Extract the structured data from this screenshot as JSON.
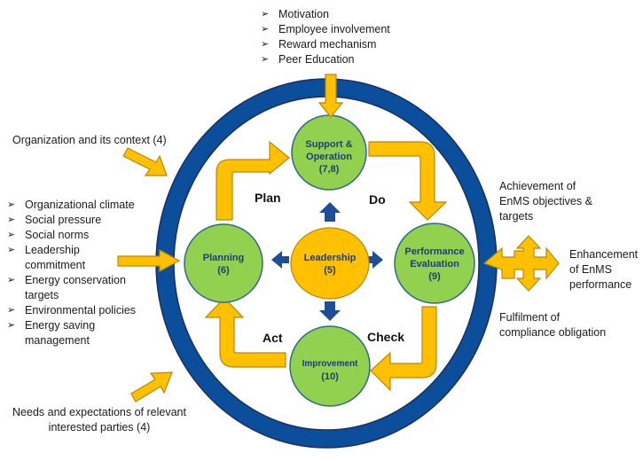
{
  "nodes": {
    "support": {
      "line1": "Support &",
      "line2": "Operation",
      "line3": "(7,8)"
    },
    "performance": {
      "line1": "Performance",
      "line2": "Evaluation",
      "line3": "(9)"
    },
    "improvement": {
      "line1": "Improvement",
      "line2": "(10)"
    },
    "planning": {
      "line1": "Planning",
      "line2": "(6)"
    },
    "leadership": {
      "line1": "Leadership",
      "line2": "(5)"
    }
  },
  "phases": {
    "plan": "Plan",
    "do": "Do",
    "check": "Check",
    "act": "Act"
  },
  "top_inputs": [
    "Motivation",
    "Employee involvement",
    "Reward mechanism",
    "Peer Education"
  ],
  "left_inputs": [
    "Organizational climate",
    "Social pressure",
    "Social norms",
    "Leadership commitment",
    "Energy conservation targets",
    "Environmental policies",
    "Energy saving management"
  ],
  "context_label": "Organization and its context (4)",
  "parties_label": {
    "line1": "Needs and expectations of relevant",
    "line2": "interested parties (4)"
  },
  "outputs": {
    "achievement": {
      "line1": "Achievement of",
      "line2": "EnMS objectives &",
      "line3": "targets"
    },
    "enhancement": {
      "line1": "Enhancement",
      "line2": "of EnMS",
      "line3": "performance"
    },
    "fulfilment": {
      "line1": "Fulfilment of",
      "line2": "compliance obligation"
    }
  },
  "colors": {
    "ring": "#0b4f9c",
    "ring_edge": "#1a2f5a",
    "node_green": "#92d050",
    "node_gold": "#ffc000",
    "arrow_gold": "#ffc000",
    "arrow_edge": "#b8860b",
    "small_arrow": "#1f4e99"
  }
}
